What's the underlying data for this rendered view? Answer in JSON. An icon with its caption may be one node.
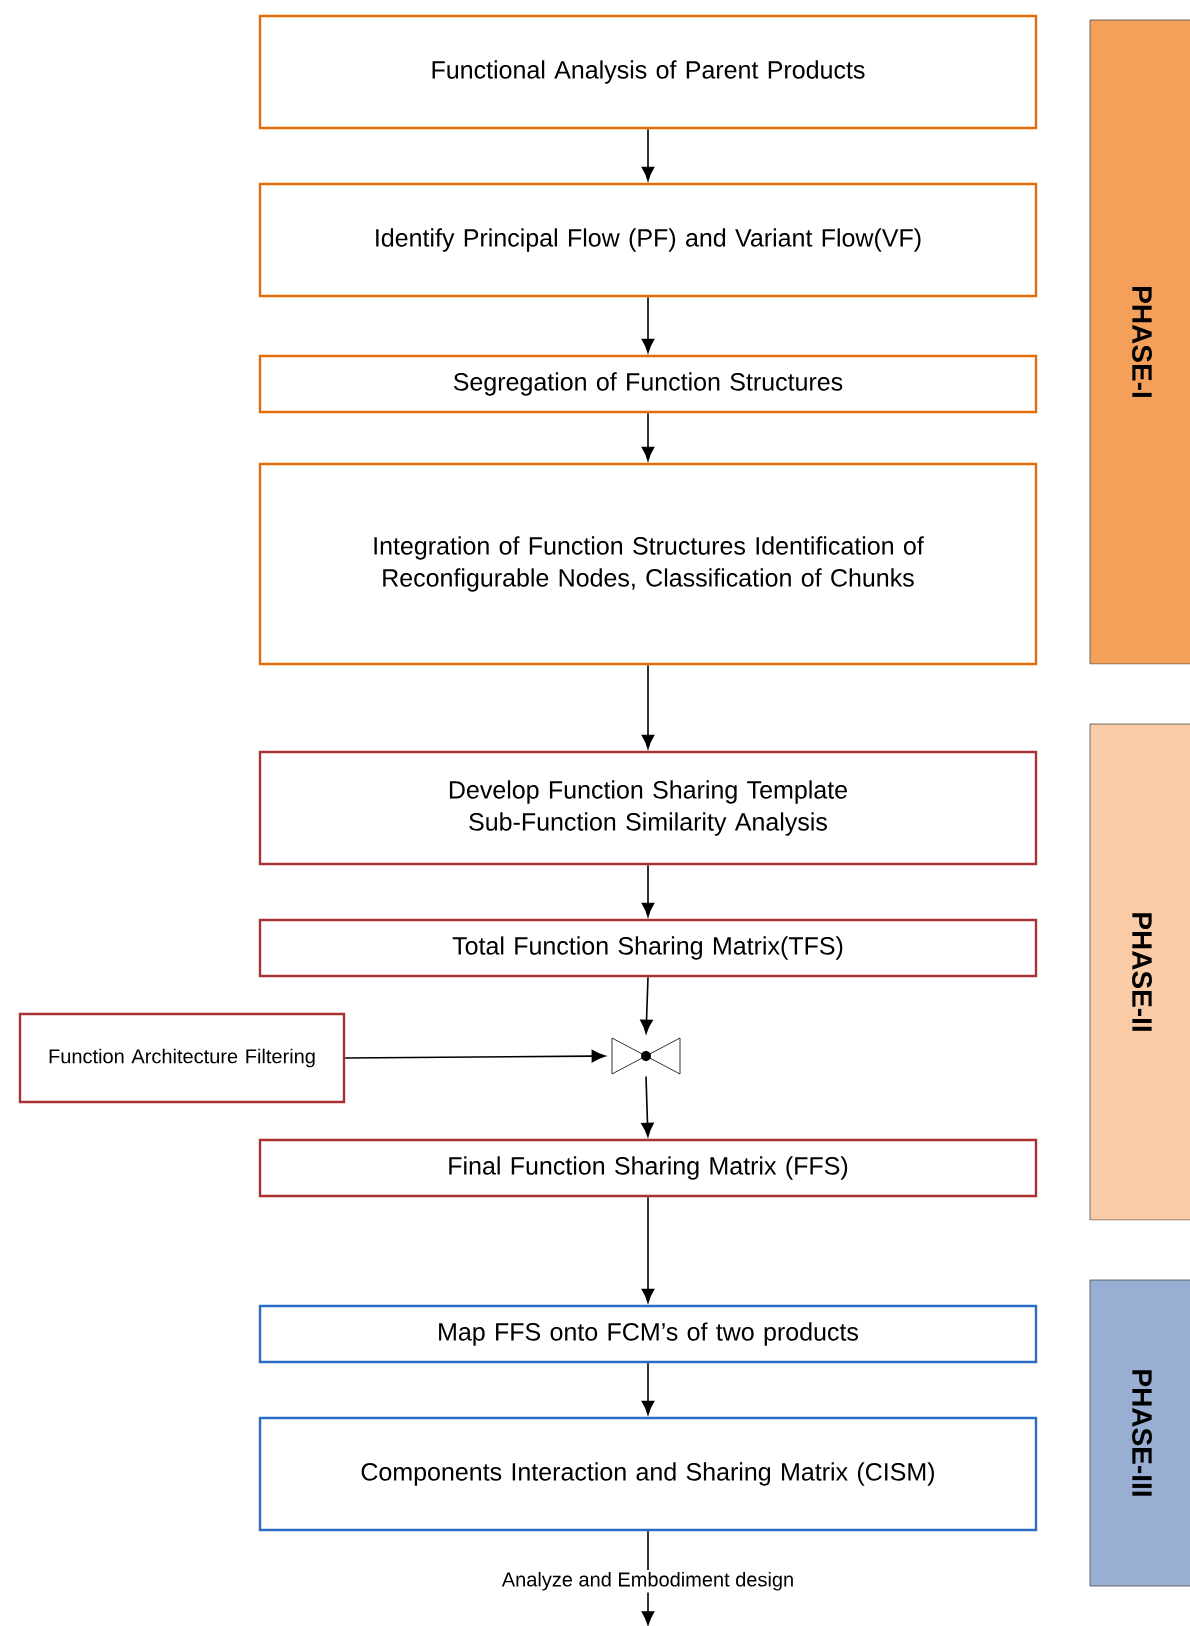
{
  "diagram": {
    "nodes": [
      {
        "text": [
          "Functional Analysis of Parent Products"
        ]
      },
      {
        "text": [
          "Identify Principal Flow (PF) and Variant Flow(VF)"
        ]
      },
      {
        "text": [
          "Segregation of Function Structures"
        ]
      },
      {
        "text": [
          "Integration of Function Structures Identification of Reconfigurable Nodes, Classification of  Chunks"
        ]
      },
      {
        "text": [
          "Develop Function Sharing Template Sub-Function Similarity Analysis"
        ]
      },
      {
        "text": [
          "Total Function Sharing Matrix(TFS)"
        ]
      },
      {
        "text": [
          "Function Architecture Filtering"
        ]
      },
      {
        "text": [],
        "shape": "valve"
      },
      {
        "text": [
          "Final Function Sharing Matrix (FFS)"
        ]
      },
      {
        "text": [
          "Map FFS onto FCM’s of two products"
        ]
      },
      {
        "text": [
          "Components Interaction and Sharing Matrix (CISM)"
        ]
      },
      {
        "text": [
          "PHASE-I"
        ]
      },
      {
        "text": [
          "PHASE-II"
        ]
      },
      {
        "text": [
          "PHASE-III"
        ]
      }
    ],
    "edges": [
      {
        "from": 0,
        "to": 1,
        "arrow": "to"
      },
      {
        "from": 1,
        "to": 2,
        "arrow": "to"
      },
      {
        "from": 2,
        "to": 3,
        "arrow": "to"
      },
      {
        "from": 3,
        "to": 4,
        "arrow": "to"
      },
      {
        "from": 4,
        "to": 5,
        "arrow": "to"
      },
      {
        "from": 5,
        "to": 7,
        "arrow": "to"
      },
      {
        "from": 6,
        "to": 7,
        "arrow": "to"
      },
      {
        "from": 7,
        "to": 8,
        "arrow": "to"
      },
      {
        "from": 8,
        "to": 9,
        "arrow": "to"
      },
      {
        "from": 9,
        "to": 10,
        "arrow": "to"
      },
      {
        "from": 10,
        "to": null,
        "arrow": "to",
        "label": "Analyze and Embodiment design"
      }
    ]
  }
}
